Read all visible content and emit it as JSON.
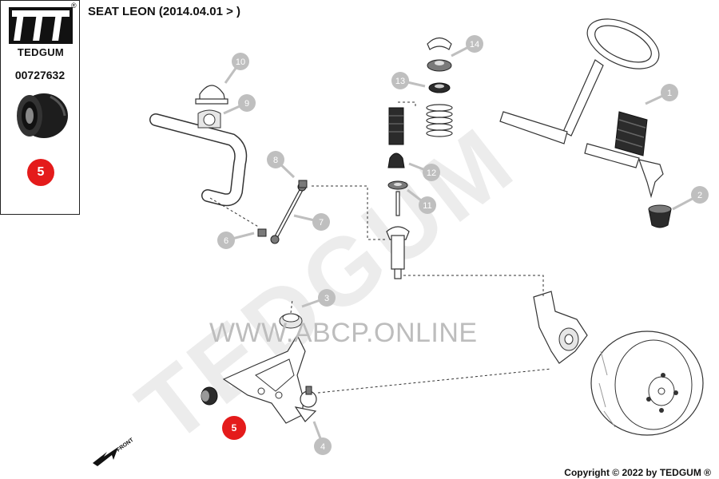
{
  "title": "SEAT LEON (2014.04.01 > )",
  "brand": {
    "name": "TEDGUM",
    "registered": "®"
  },
  "part_number": "00727632",
  "highlighted_part": "5",
  "watermark": {
    "logo": "TEDGUM",
    "url": "WWW.ABCP.ONLINE"
  },
  "copyright": "Copyright © 2022 by TEDGUM ®",
  "front_label": "FRONT",
  "callouts": [
    "1",
    "2",
    "3",
    "4",
    "5",
    "6",
    "7",
    "8",
    "9",
    "10",
    "11",
    "12",
    "13",
    "14"
  ],
  "colors": {
    "badge": "#e41b1b",
    "callout": "#bfbfbf",
    "watermark": "#e8e8e8"
  }
}
